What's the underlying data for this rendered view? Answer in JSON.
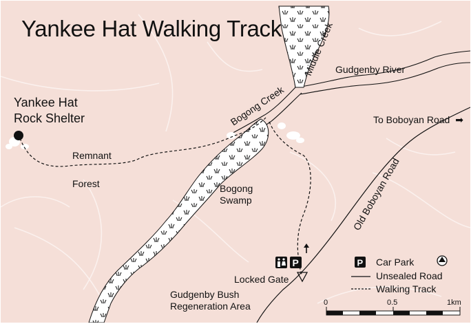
{
  "map": {
    "title": "Yankee Hat Walking Track",
    "labels": {
      "shelter_line1": "Yankee Hat",
      "shelter_line2": "Rock Shelter",
      "remnant": "Remnant",
      "forest": "Forest",
      "bogong_creek": "Bogong Creek",
      "middle_creek": "Middle Creek",
      "gudgenby_river": "Gudgenby River",
      "to_boboyan_road": "To Boboyan Road",
      "old_boboyan_road": "Old Boboyan Road",
      "bogong_swamp_line1": "Bogong",
      "bogong_swamp_line2": "Swamp",
      "locked_gate": "Locked Gate",
      "regen_line1": "Gudgenby Bush",
      "regen_line2": "Regeneration Area"
    },
    "symbols": {
      "parking_letter": "P",
      "arrow_glyph": "➡",
      "track_direction_glyph": "↑"
    },
    "legend": {
      "car_park": "Car Park",
      "unsealed_road": "Unsealed Road",
      "walking_track": "Walking Track",
      "parking_symbol": "P"
    },
    "scale": {
      "label_start": "0",
      "label_mid": "0.5",
      "label_end": "1km"
    },
    "colors": {
      "background": "#f5dfd8",
      "water": "#ffffff",
      "contour": "#fbf1ee",
      "ink": "#111111"
    }
  }
}
